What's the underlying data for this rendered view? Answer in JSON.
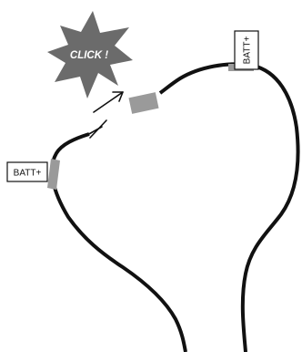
{
  "labels": {
    "left_tag": "BATT+",
    "right_tag": "BATT+",
    "burst_text": "CLICK !"
  },
  "colors": {
    "wire": "#111111",
    "sleeve": "#9a9a9a",
    "connector": "#9c9c9c",
    "burst": "#6b6b6b",
    "background": "#ffffff"
  },
  "icons": {
    "burst": "starburst-shape",
    "arrow": "arrow-up-right"
  }
}
